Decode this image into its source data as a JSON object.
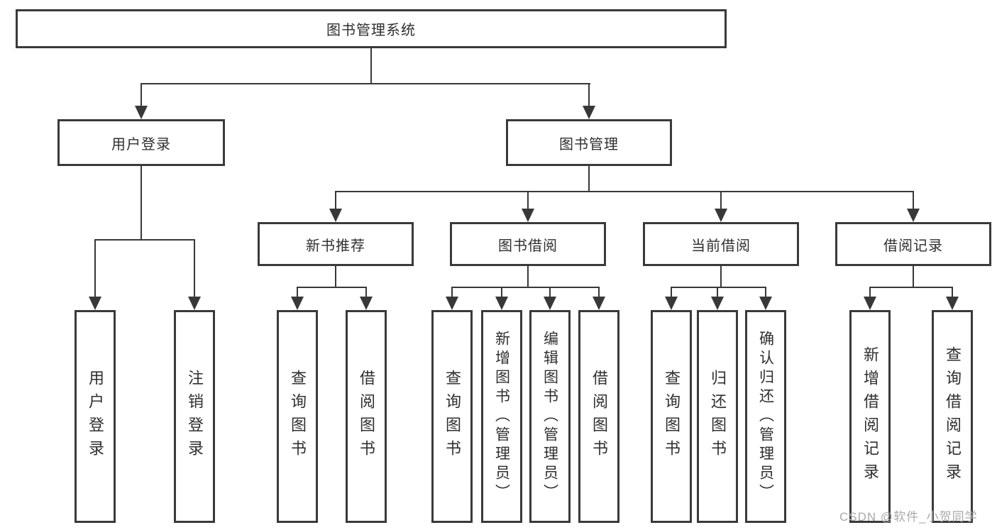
{
  "tree": {
    "root": "图书管理系统",
    "user_login": {
      "label": "用户登录",
      "children": [
        "用户登录",
        "注销登录"
      ]
    },
    "book_mgmt": {
      "label": "图书管理",
      "groups": [
        {
          "label": "新书推荐",
          "children": [
            "查询图书",
            "借阅图书"
          ]
        },
        {
          "label": "图书借阅",
          "children": [
            "查询图书",
            "新增图书（管理员）",
            "编辑图书（管理员）",
            "借阅图书"
          ]
        },
        {
          "label": "当前借阅",
          "children": [
            "查询图书",
            "归还图书",
            "确认归还（管理员）"
          ]
        },
        {
          "label": "借阅记录",
          "children": [
            "新增借阅记录",
            "查询借阅记录"
          ]
        }
      ]
    }
  },
  "watermark": {
    "text": "CSDN @软件_小贺同学"
  },
  "colors": {
    "line": "#383838",
    "text": "#2f2f2f",
    "watermark": "#a9a9a9",
    "background": "#ffffff"
  }
}
